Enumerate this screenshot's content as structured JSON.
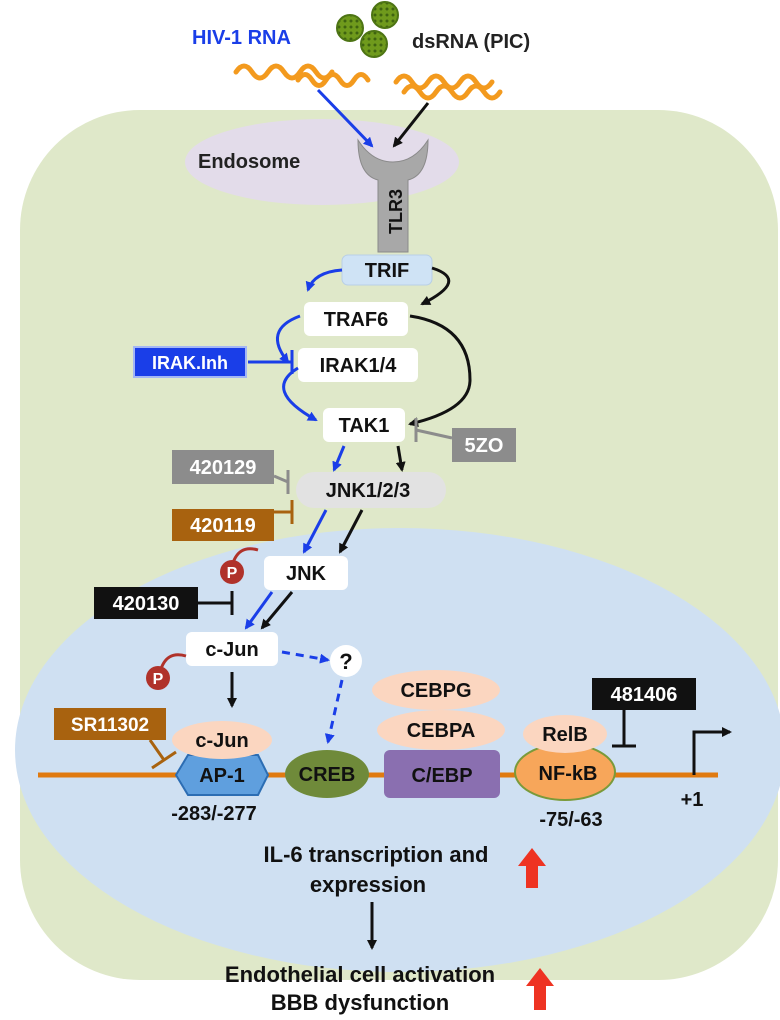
{
  "inputs": {
    "hiv_rna": "HIV-1 RNA",
    "dsrna": "dsRNA (PIC)"
  },
  "compartments": {
    "endosome": "Endosome"
  },
  "receptor": "TLR3",
  "adaptors": {
    "trif": "TRIF",
    "traf6": "TRAF6",
    "irak": "IRAK1/4",
    "tak1": "TAK1",
    "jnk123": "JNK1/2/3",
    "jnk": "JNK",
    "cjun": "c-Jun",
    "cjun_bound": "c-Jun",
    "unknown": "?"
  },
  "inhibitors": {
    "irak_inh": "IRAK.Inh",
    "i5zo": "5ZO",
    "i420129": "420129",
    "i420119": "420119",
    "i420130": "420130",
    "sr11302": "SR11302",
    "i481406": "481406"
  },
  "phospho": "P",
  "factors": {
    "cebpg": "CEBPG",
    "cebpa": "CEBPA",
    "relb": "RelB",
    "ap1": "AP-1",
    "creb": "CREB",
    "cebp": "C/EBP",
    "nfkb": "NF-kB"
  },
  "sites": {
    "ap1_site": "-283/-277",
    "nfkb_site": "-75/-63",
    "tss": "+1"
  },
  "outcome": {
    "line1": "IL-6 transcription and",
    "line2": "expression",
    "final1": "Endothelial cell activation",
    "final2": "BBB dysfunction"
  },
  "colors": {
    "cell": "#dfe8c9",
    "nucleus": "#cfe0f2",
    "endosome": "#e3dcea",
    "blue_path": "#1a3ee8",
    "black_path": "#111111",
    "gray_inhibitor": "#8c8c8c",
    "brown_inhibitor": "#a8620f",
    "dna": "#e07a10",
    "rna": "#f39a1e",
    "cebp": "#8a6fb0",
    "creb": "#6f8a3a",
    "nfkb": "#f7a65a",
    "ap1": "#5f9fde",
    "up_arrow": "#ee3322"
  }
}
